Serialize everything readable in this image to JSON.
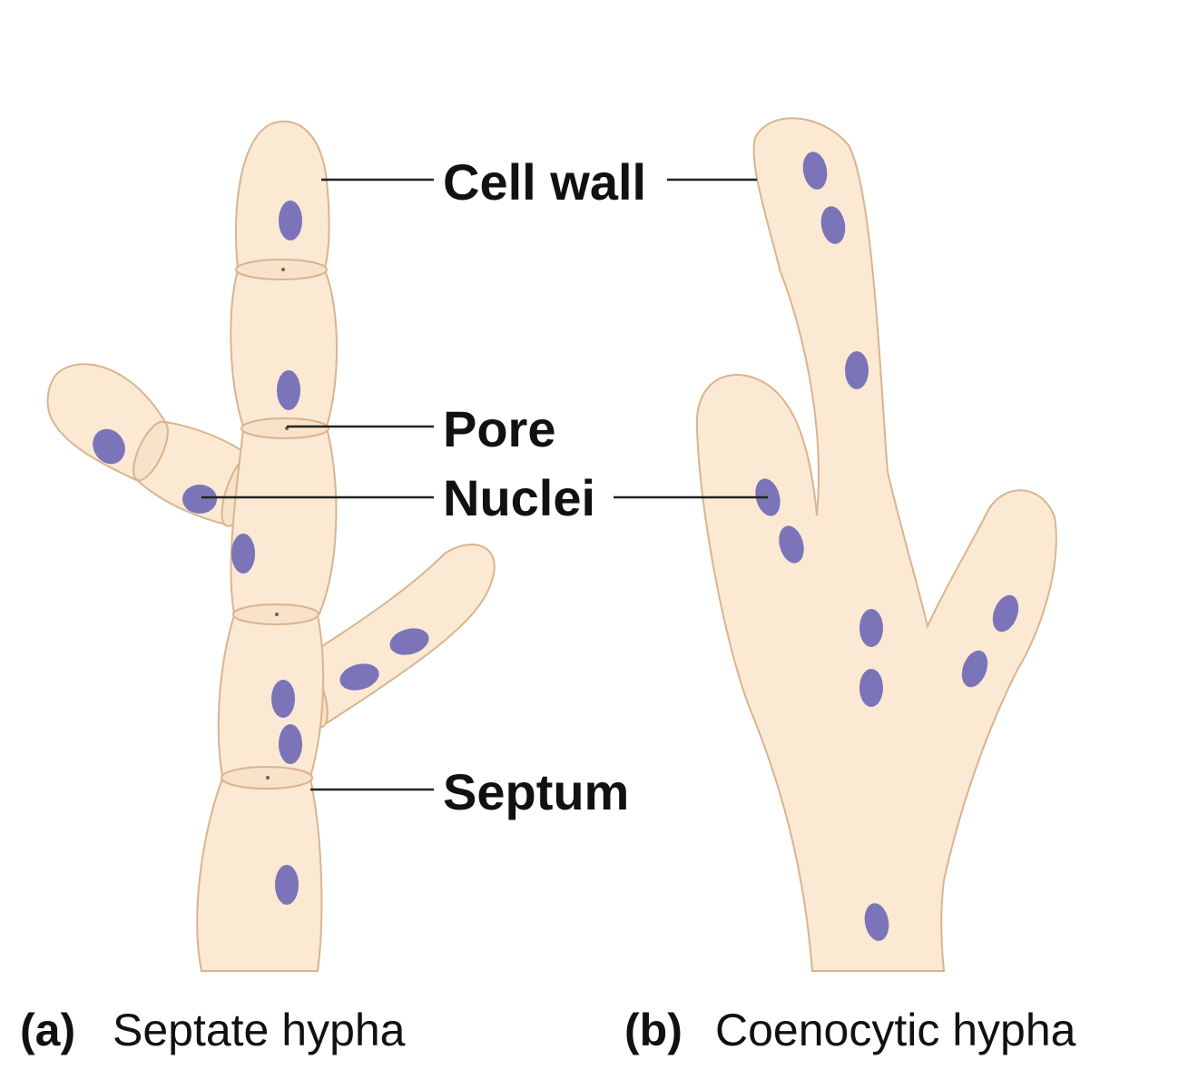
{
  "labels": {
    "cell_wall": "Cell wall",
    "pore": "Pore",
    "nuclei": "Nuclei",
    "septum": "Septum"
  },
  "captions": {
    "a_letter": "(a)",
    "a_text": "Septate hypha",
    "b_letter": "(b)",
    "b_text": "Coenocytic hypha"
  },
  "colors": {
    "cytoplasm": "#fbe9d4",
    "outline": "#d9b48f",
    "nucleus": "#7b74b8",
    "leader": "#222222"
  }
}
